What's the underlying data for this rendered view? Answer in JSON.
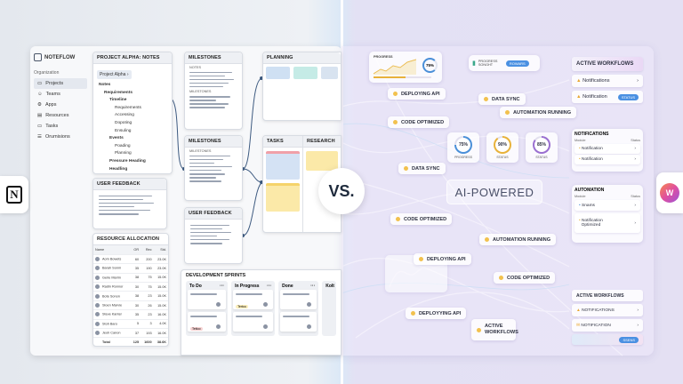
{
  "left": {
    "logo": "NOTEFLOW",
    "sidebar": {
      "section": "Organization",
      "items": [
        {
          "label": "Projects",
          "icon": "folder-icon"
        },
        {
          "label": "Teams",
          "icon": "users-icon"
        },
        {
          "label": "Apps",
          "icon": "apps-icon"
        },
        {
          "label": "Resources",
          "icon": "database-icon"
        },
        {
          "label": "Tasks",
          "icon": "folder-icon"
        },
        {
          "label": "Orumisions",
          "icon": "list-icon"
        }
      ]
    },
    "notes": {
      "title": "PROJECT ALPHA: NOTES",
      "chip": "Project Alpha ›",
      "tree": [
        "Notes",
        "Requirements",
        "Timeline",
        "Requirements",
        "Accessing",
        "Dopoting",
        "Ensuling",
        "Events",
        "Poading",
        "Planning",
        "Pressure Heading",
        "Headling"
      ]
    },
    "user_feedback_1": "USER FEEDBACK",
    "resource": {
      "title": "RESOURCE ALLOCATION",
      "headers": [
        "Name",
        "OR",
        "Rec",
        "Std."
      ],
      "rows": [
        [
          "Aom Bowets",
          "60",
          "200",
          "23.0K"
        ],
        [
          "Barah Sonm",
          "35",
          "190",
          "23.0K"
        ],
        [
          "Gerie Marim",
          "38",
          "75",
          "15.0K"
        ],
        [
          "Radin Ronnor",
          "30",
          "75",
          "15.0K"
        ],
        [
          "Bote Sonon",
          "38",
          "23",
          "15.0K"
        ],
        [
          "Sloen Marvie",
          "30",
          "26",
          "15.0K"
        ],
        [
          "Steve Kanter",
          "35",
          "23",
          "16.0K"
        ],
        [
          "Stoh Baro",
          "5",
          "3",
          "4.0K"
        ],
        [
          "Jeoh Canon",
          "37",
          "193",
          "16.0K"
        ]
      ],
      "total": [
        "Total",
        "125",
        "1600",
        "38.6K"
      ]
    },
    "milestones_1": {
      "title": "MILESTONES",
      "sub1": "NOTES",
      "sub2": "MILESTONES"
    },
    "milestones_2": {
      "title": "MILESTONES",
      "sub": "MILESTONES"
    },
    "user_feedback_2": "USER FEEDBACK",
    "planning": "PLANNING",
    "tasks": "TASKS",
    "research": "RESEARCH",
    "sprints": {
      "title": "DEVELOPMENT SPRINTS",
      "columns": [
        "To Do",
        "In Progress",
        "Done",
        "Kolt"
      ],
      "tags": {
        "todo": "Tettoo",
        "inprogress": "Tertoo"
      }
    }
  },
  "vs": "VS.",
  "right": {
    "progress_card": {
      "label": "PROGRESS",
      "percent": "75%",
      "progress": 0.55
    },
    "progress_sought": {
      "label": "PROGRESS SONGHT",
      "badge": "ROWARS"
    },
    "active_workflows_top": {
      "title": "ACTIVE WORKFLOWS",
      "rows": [
        {
          "label": "Notifications"
        },
        {
          "label": "Notification",
          "badge": "STATUS"
        }
      ]
    },
    "pills": [
      "DEPLOYING API",
      "DATA SYNC",
      "CODE OPTIMIZED",
      "AUTOMATION RUNNING",
      "DATA SYNC",
      "CODE OPTIMIZED",
      "AUTOMATION RUNNING",
      "DEPLOYING API",
      "CODE OPTIMIZED",
      "DEPLOYYING API",
      "ACTIVE WORKFLOWS"
    ],
    "gauges": [
      {
        "value": "75%",
        "label": "PROGRESS",
        "fraction": 0.75,
        "color": "#4a8fd8"
      },
      {
        "value": "90%",
        "label": "STATUS",
        "fraction": 0.9,
        "color": "#e8b23a"
      },
      {
        "value": "85%",
        "label": "STATUS",
        "fraction": 0.85,
        "color": "#9a6fd0"
      }
    ],
    "notifications": {
      "title": "NOTIFICATIONS",
      "col1": "Module",
      "col2": "Status",
      "rows": [
        "Notification",
        "Notification"
      ]
    },
    "ai_powered": "AI-POWERED",
    "automation": {
      "title": "AUTOMATION",
      "col1": "Module",
      "col2": "Status",
      "rows": [
        "Snams",
        "Notification",
        "Optimized"
      ]
    },
    "active_workflows_bottom": {
      "title": "ACTIVE WORKFLOWS",
      "rows": [
        "NOTIFICATIONS",
        "NOTIFICATION"
      ],
      "badge": "SSENS"
    }
  },
  "colors": {
    "accent": "#4a90e2",
    "pill_dot": "#f2c14e",
    "connector": "#3d5a80"
  }
}
